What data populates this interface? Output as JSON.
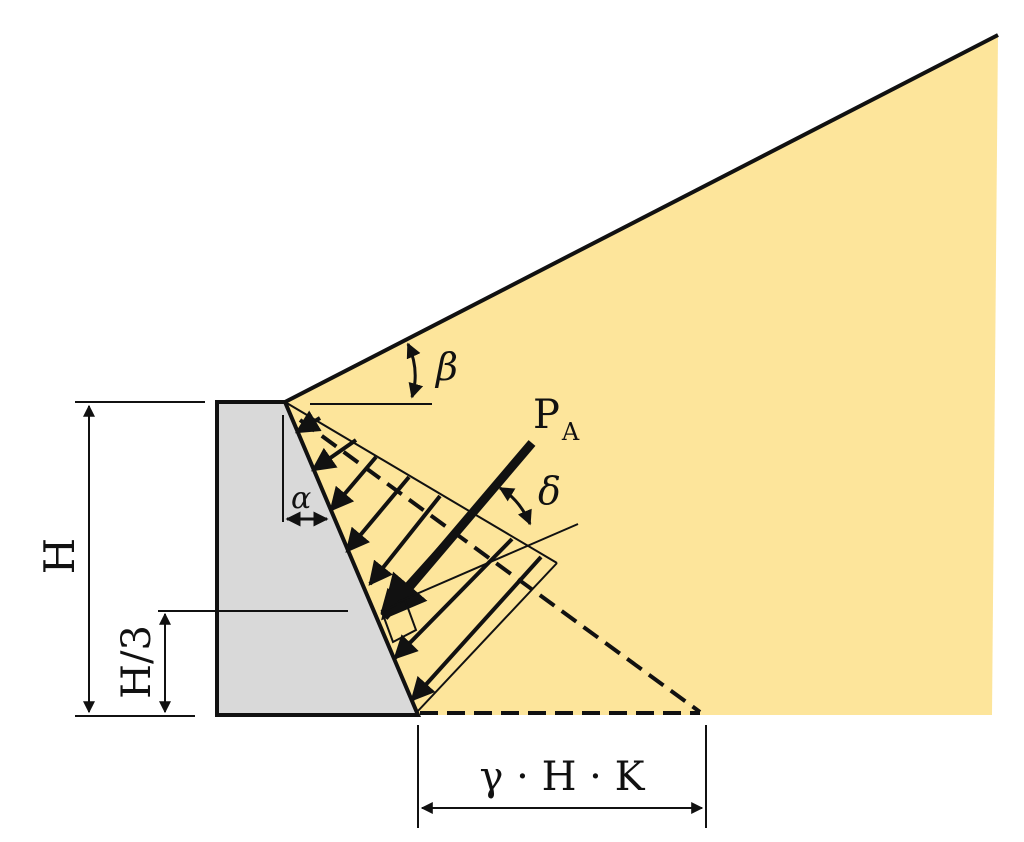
{
  "labels": {
    "height": "H",
    "third_height": "H/3",
    "alpha": "α",
    "beta": "β",
    "delta": "δ",
    "force_main": "P",
    "force_sub": "A",
    "base_pressure": "γ · H · K"
  },
  "colors": {
    "soil": "#fde59b",
    "wall": "#d9d9d9",
    "stroke": "#111111"
  }
}
